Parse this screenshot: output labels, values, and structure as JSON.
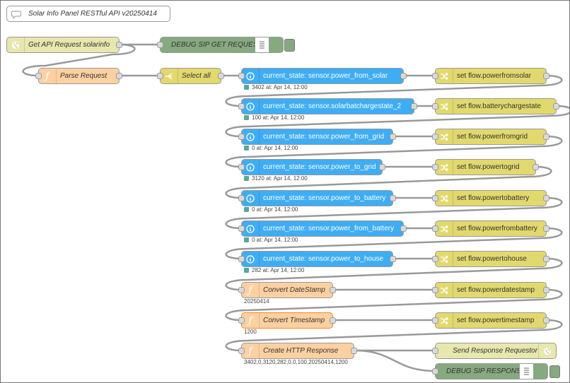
{
  "colors": {
    "http": "#e7e7ae",
    "debug": "#87a980",
    "function": "#fdd0a2",
    "switch": "#e2d96e",
    "ha": "#3fadf4",
    "change": "#e2d96e",
    "wire": "#999999",
    "status_dot": "#5a9f74"
  },
  "comment": {
    "label": "Solar Info Panel RESTful API v20250414",
    "icon": "speech-bubble-icon"
  },
  "nodes": {
    "http_in": {
      "label": "Get API Request solarinfo",
      "icon": "globe-icon"
    },
    "debug_get": {
      "label": "DEBUG SIP GET REQUEST",
      "icon": "list-icon"
    },
    "parse": {
      "label": "Parse Request",
      "icon": "function-icon"
    },
    "select_all": {
      "label": "Select all",
      "icon": "switch-icon"
    },
    "cs1": {
      "label": "current_state: sensor.power_from_solar",
      "status": "3402 at: Apr 14, 12:00",
      "icon": "info-icon"
    },
    "cs2": {
      "label": "current_state: sensor.solarbatchargestate_2",
      "status": "100 at: Apr 14, 12:00",
      "icon": "info-icon"
    },
    "cs3": {
      "label": "current_state: sensor.power_from_grid",
      "status": "0 at: Apr 14, 12:00",
      "icon": "info-icon"
    },
    "cs4": {
      "label": "current_state: sensor.power_to_grid",
      "status": "3120 at: Apr 14, 12:00",
      "icon": "info-icon"
    },
    "cs5": {
      "label": "current_state: sensor.power_to_battery",
      "status": "0 at: Apr 14, 12:00",
      "icon": "info-icon"
    },
    "cs6": {
      "label": "current_state: sensor.power_from_battery",
      "status": "0 at: Apr 14, 12:00",
      "icon": "info-icon"
    },
    "cs7": {
      "label": "current_state: sensor.power_to_house",
      "status": "282 at: Apr 14, 12:00",
      "icon": "info-icon"
    },
    "conv_date": {
      "label": "Convert DateStamp",
      "status": "20250414",
      "icon": "function-icon"
    },
    "conv_time": {
      "label": "Convert Timestamp",
      "status": "1200",
      "icon": "function-icon"
    },
    "create_resp": {
      "label": "Create HTTP Response",
      "status": "3402,0,3120,282,0,0,100,20250414,1200",
      "icon": "function-icon"
    },
    "set1": {
      "label": "set flow.powerfromsolar",
      "icon": "shuffle-icon"
    },
    "set2": {
      "label": "set flow.batterychargestate",
      "icon": "shuffle-icon"
    },
    "set3": {
      "label": "set flow.powerfromgrid",
      "icon": "shuffle-icon"
    },
    "set4": {
      "label": "set flow.powertogrid",
      "icon": "shuffle-icon"
    },
    "set5": {
      "label": "set flow.powertobattery",
      "icon": "shuffle-icon"
    },
    "set6": {
      "label": "set flow.powerfrombattery",
      "icon": "shuffle-icon"
    },
    "set7": {
      "label": "set flow.powertohouse",
      "icon": "shuffle-icon"
    },
    "set8": {
      "label": "set flow.powerdatestamp",
      "icon": "shuffle-icon"
    },
    "set9": {
      "label": "set flow.powertimestamp",
      "icon": "shuffle-icon"
    },
    "resp": {
      "label": "Send Response Requestor",
      "icon": "globe-icon"
    },
    "debug_resp": {
      "label": "DEBUG SIP RESPONSE",
      "icon": "list-icon"
    }
  }
}
